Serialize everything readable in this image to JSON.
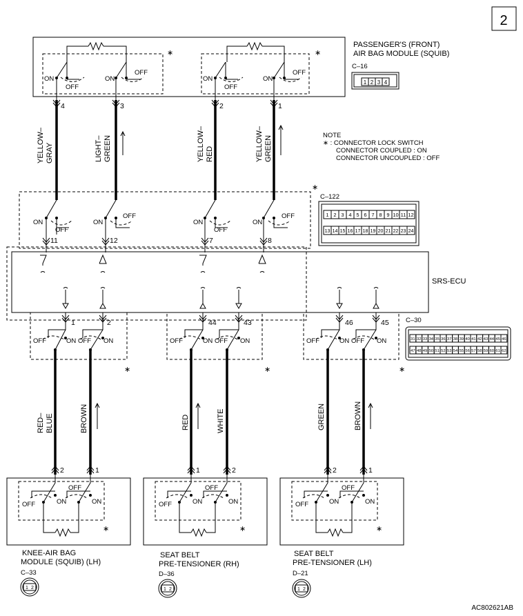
{
  "page_number": "2",
  "doc_code": "AC802621AB",
  "note": {
    "title": "NOTE",
    "line1": "∗ : CONNECTOR LOCK SWITCH",
    "line2": "CONNECTOR COUPLED : ON",
    "line3": "CONNECTOR UNCOUPLED : OFF"
  },
  "components": {
    "passenger_module": {
      "line1": "PASSENGER'S (FRONT)",
      "line2": "AIR BAG MODULE (SQUIB)",
      "connector": "C–16"
    },
    "srs_ecu": {
      "label": "SRS-ECU"
    },
    "c122": {
      "connector": "C–122"
    },
    "c30": {
      "connector": "C–30"
    },
    "knee_airbag": {
      "line1": "KNEE-AIR BAG",
      "line2": "MODULE (SQUIB) (LH)",
      "connector": "C–33"
    },
    "pretensioner_rh": {
      "line1": "SEAT BELT",
      "line2": "PRE-TENSIONER (RH)",
      "connector": "D–36"
    },
    "pretensioner_lh": {
      "line1": "SEAT BELT",
      "line2": "PRE-TENSIONER (LH)",
      "connector": "D–21"
    }
  },
  "wires": {
    "w1": {
      "color1": "YELLOW–",
      "color2": "GRAY"
    },
    "w2": {
      "color1": "LIGHT–",
      "color2": "GREEN"
    },
    "w3": {
      "color1": "YELLOW–",
      "color2": "RED"
    },
    "w4": {
      "color1": "YELLOW–",
      "color2": "GREEN"
    },
    "w5": {
      "color1": "RED–",
      "color2": "BLUE"
    },
    "w6": {
      "color1": "BROWN"
    },
    "w7": {
      "color1": "RED"
    },
    "w8": {
      "color1": "WHITE"
    },
    "w9": {
      "color1": "GREEN"
    },
    "w10": {
      "color1": "BROWN"
    }
  },
  "pins": {
    "top": [
      "4",
      "3",
      "2",
      "1"
    ],
    "c122": [
      "11",
      "12",
      "7",
      "8"
    ],
    "c30": [
      "1",
      "2",
      "44",
      "43",
      "46",
      "45"
    ],
    "bottom": [
      "2",
      "1",
      "1",
      "2",
      "2",
      "1"
    ]
  },
  "connector_pins": {
    "c16": [
      "1",
      "2",
      "3",
      "4"
    ],
    "c122_row1": [
      "1",
      "2",
      "3",
      "4",
      "5",
      "6",
      "7",
      "8",
      "9",
      "10",
      "11",
      "12"
    ],
    "c122_row2": [
      "13",
      "14",
      "15",
      "16",
      "17",
      "18",
      "19",
      "20",
      "21",
      "22",
      "23",
      "24"
    ],
    "c30_row1": [
      "31",
      "32",
      "33",
      "34",
      "35",
      "36",
      "37",
      "38",
      "39",
      "40",
      "41",
      "42",
      "43",
      "44",
      "45",
      "46"
    ],
    "c30_row2": [
      "47",
      "48",
      "49",
      "50",
      "51",
      "52",
      "53",
      "54",
      "55",
      "56",
      "57",
      "58",
      "59",
      "60",
      "61",
      "62"
    ],
    "round": [
      "1",
      "2"
    ]
  },
  "switch_text": {
    "on": "ON",
    "off": "OFF",
    "star": "∗"
  }
}
